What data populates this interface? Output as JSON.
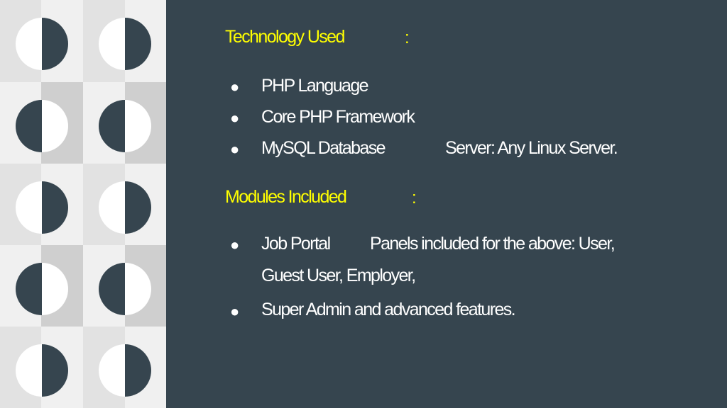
{
  "slide": {
    "technology": {
      "heading": "Technology Used",
      "colon": ":",
      "items": [
        {
          "bullet": "●",
          "text": "PHP Language"
        },
        {
          "bullet": "●",
          "text": "Core PHP Framework"
        },
        {
          "bullet": "●",
          "text": "MySQL Database"
        }
      ],
      "server": "Server: Any Linux  Server."
    },
    "modules": {
      "heading": "Modules Included",
      "colon": ":",
      "items": [
        {
          "bullet": "●",
          "text": "Job Portal"
        },
        {
          "bullet": "●",
          "text": "Super Admin and advanced  features."
        }
      ],
      "panels": "Panels included for the above:  User,",
      "panels_cont": "Guest User, Employer,"
    }
  },
  "colors": {
    "background": "#36454f",
    "heading": "#ffff00",
    "text": "#ffffff",
    "circle_dark": "#36454f",
    "circle_light": "#ffffff"
  }
}
